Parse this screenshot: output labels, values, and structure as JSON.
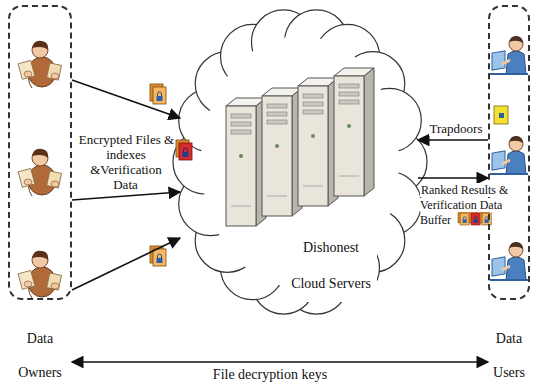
{
  "diagram": {
    "nodes": [
      {
        "text": [
          "Data Owners"
        ]
      },
      {
        "text": [
          "Dishonest Cloud Servers"
        ]
      },
      {
        "text": [
          "Data Users"
        ]
      }
    ],
    "edges": [
      {
        "from": 0,
        "to": 1,
        "arrow": "to"
      },
      {
        "from": 0,
        "to": 1,
        "label": "Encrypted Files & indexes &Verification Data",
        "arrow": "to"
      },
      {
        "from": 0,
        "to": 1,
        "arrow": "to"
      },
      {
        "from": 2,
        "to": 1,
        "label": "Trapdoors",
        "arrow": "to"
      },
      {
        "from": 1,
        "to": 2,
        "label": "Ranked Results & Verification Data Buffer",
        "arrow": "to"
      },
      {
        "from": 0,
        "to": 2,
        "label": "File decryption keys",
        "arrow": "both"
      }
    ]
  }
}
